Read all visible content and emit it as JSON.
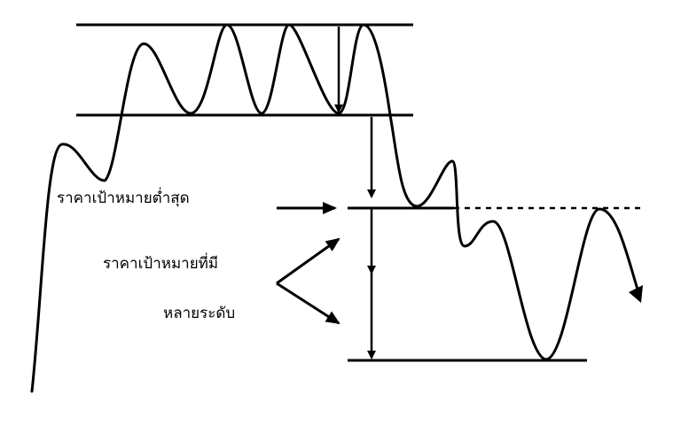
{
  "labels": {
    "min_target": "ราคาเป้าหมายต่ำสุด",
    "multi_target_line1": "ราคาเป้าหมายที่มี",
    "multi_target_line2": "หลายระดับ"
  },
  "colors": {
    "ink": "#000000",
    "background": "#ffffff"
  }
}
